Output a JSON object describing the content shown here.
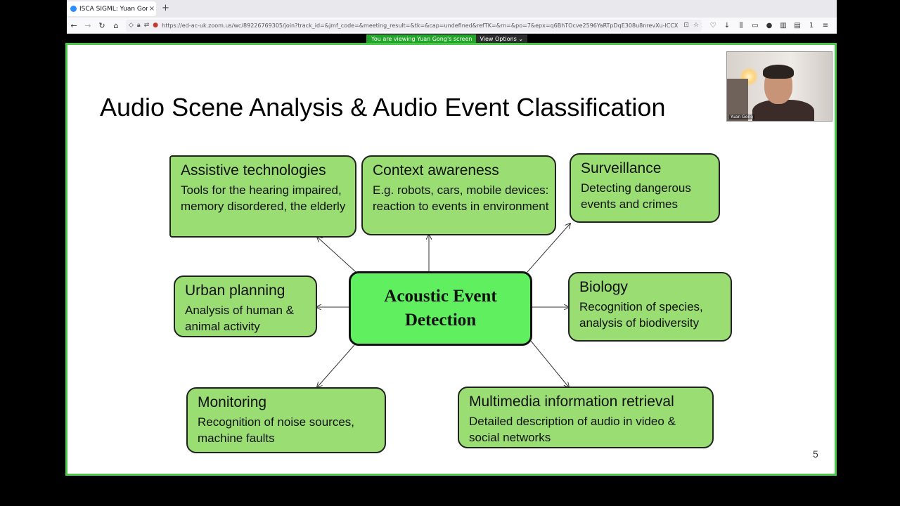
{
  "browser": {
    "tab_title": "ISCA SIGML: Yuan Gong",
    "tab_close": "×",
    "new_tab": "+",
    "url": "https://ed-ac-uk.zoom.us/wc/89226769305/join?track_id=&jmf_code=&meeting_result=&tk=&cap=undefined&refTK=&rn=&po=7&epx=q6BhTOcve2596YaRTpDqE308u8nrevXu-lCCX",
    "toolbar_count": "1"
  },
  "zoom": {
    "viewing_text": "You are viewing Yuan Gong's screen",
    "view_options": "View Options"
  },
  "slide": {
    "title": "Audio Scene Analysis & Audio Event Classification",
    "page_number": "5",
    "center": {
      "line1": "Acoustic Event",
      "line2": "Detection"
    },
    "boxes": [
      {
        "title": "Assistive technologies",
        "desc": "Tools for the hearing impaired, memory disordered, the elderly"
      },
      {
        "title": "Context awareness",
        "desc": "E.g. robots, cars, mobile devices: reaction to events in environment"
      },
      {
        "title": "Surveillance",
        "desc": "Detecting dangerous events and crimes"
      },
      {
        "title": "Urban planning",
        "desc": "Analysis of human & animal activity"
      },
      {
        "title": "Biology",
        "desc": "Recognition of species, analysis of biodiversity"
      },
      {
        "title": "Monitoring",
        "desc": "Recognition of noise sources, machine faults"
      },
      {
        "title": "Multimedia information retrieval",
        "desc": "Detailed description of audio in video & social networks"
      }
    ]
  },
  "webcam": {
    "participant_name": "Yuan Gong"
  },
  "colors": {
    "box_fill": "#99dd73",
    "center_fill": "#5fef5f",
    "slide_border": "#4cc74c",
    "zoom_banner": "#23a52a"
  }
}
